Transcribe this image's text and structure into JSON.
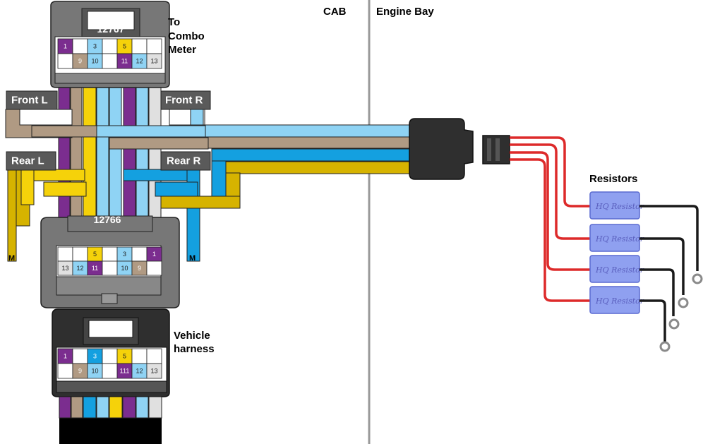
{
  "labels": {
    "cab": "CAB",
    "engine_bay": "Engine Bay",
    "to_combo_meter": [
      "To",
      "Combo",
      "Meter"
    ],
    "vehicle_harness": [
      "Vehicle",
      "harness"
    ],
    "resistors": "Resistors",
    "front_l": "Front L",
    "front_r": "Front R",
    "rear_l": "Rear L",
    "rear_r": "Rear R",
    "ground_left": "M",
    "ground_right": "M"
  },
  "connectors": {
    "top": {
      "number": "12767",
      "row1": [
        "1",
        "",
        "3",
        "",
        "5",
        "",
        ""
      ],
      "row2": [
        "",
        "9",
        "10",
        "",
        "11",
        "12",
        "13"
      ]
    },
    "middle": {
      "number": "12766",
      "row1": [
        "",
        "",
        "5",
        "",
        "3",
        "",
        "1"
      ],
      "row2": [
        "13",
        "12",
        "11",
        "",
        "10",
        "9",
        ""
      ]
    },
    "bottom": {
      "row1": [
        "1",
        "",
        "3",
        "",
        "5",
        "",
        ""
      ],
      "row2": [
        "",
        "9",
        "10",
        "",
        "111",
        "12",
        "13"
      ]
    }
  },
  "resistor_label": "HQ Resistor",
  "colors": {
    "purple": "#7b2d8f",
    "tan": "#b09a83",
    "yellow": "#f5d20a",
    "mustard": "#d6b300",
    "light_blue": "#8fd3f4",
    "blue": "#14a0e0",
    "light_gray": "#e0e0e0",
    "red_wire": "#dd2a2a",
    "resistor_body": "#8fa0f0",
    "connector_gray": "#777777",
    "connector_black": "#2f2f2f"
  }
}
